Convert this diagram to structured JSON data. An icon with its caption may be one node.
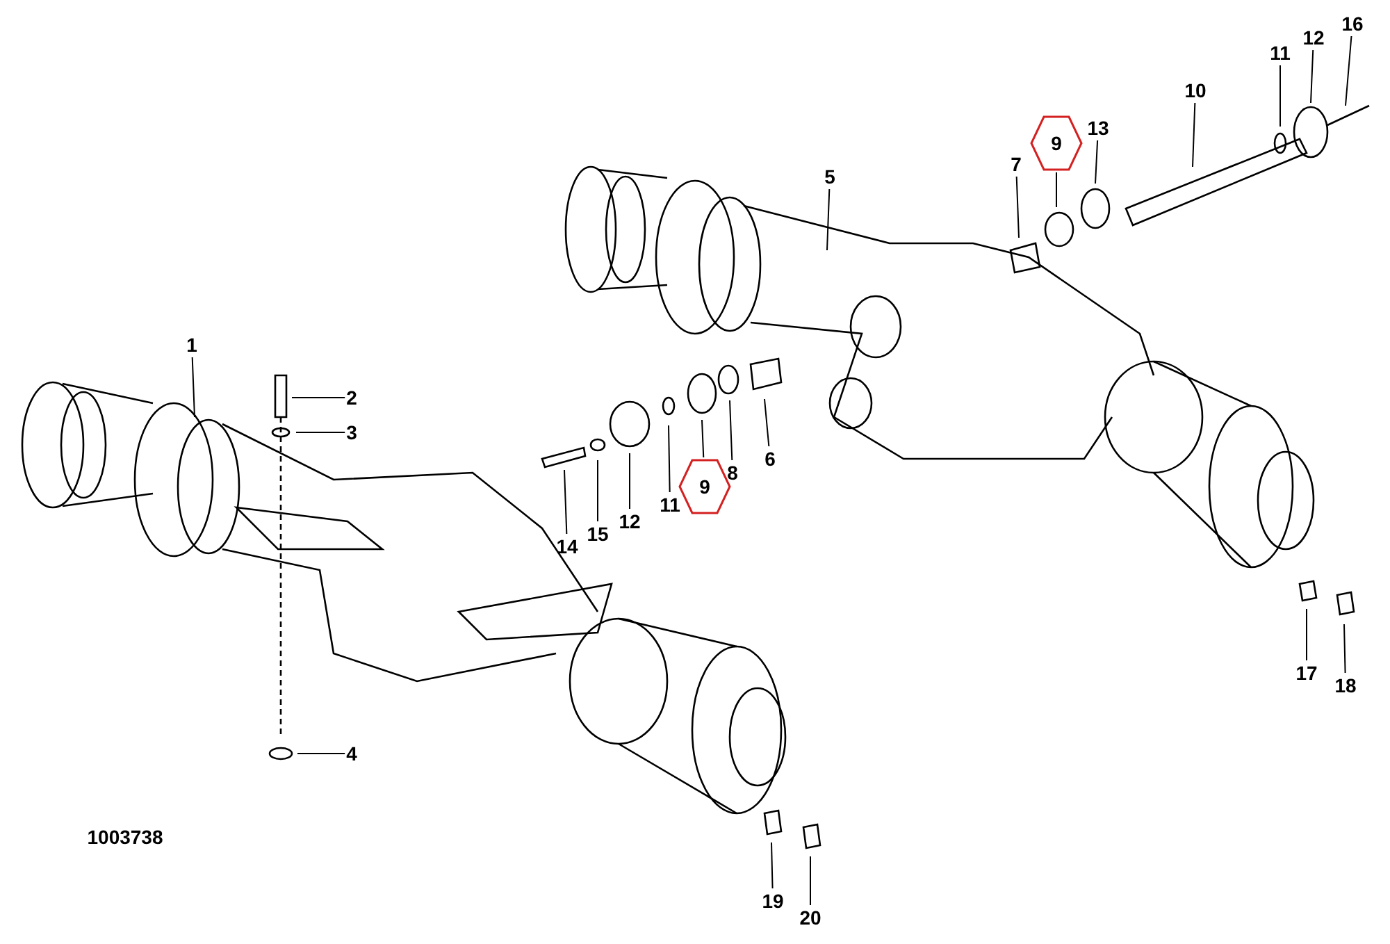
{
  "diagram": {
    "nodes": [
      {
        "text": [
          "16"
        ]
      },
      {
        "text": [
          "12"
        ]
      },
      {
        "text": [
          "11"
        ]
      },
      {
        "text": [
          "10"
        ]
      },
      {
        "text": [
          "9"
        ]
      },
      {
        "text": [
          "13"
        ]
      },
      {
        "text": [
          "7"
        ]
      },
      {
        "text": [
          "5"
        ]
      },
      {
        "text": [
          "1"
        ]
      },
      {
        "text": [
          "2"
        ]
      },
      {
        "text": [
          "3"
        ]
      },
      {
        "text": [
          "6"
        ]
      },
      {
        "text": [
          "8"
        ]
      },
      {
        "text": [
          "9"
        ]
      },
      {
        "text": [
          "11"
        ]
      },
      {
        "text": [
          "14"
        ]
      },
      {
        "text": [
          "15"
        ]
      },
      {
        "text": [
          "12"
        ]
      },
      {
        "text": [
          "17"
        ]
      },
      {
        "text": [
          "18"
        ]
      },
      {
        "text": [
          "4"
        ]
      },
      {
        "text": [
          "19"
        ]
      },
      {
        "text": [
          "20"
        ]
      }
    ],
    "edges": [
      {
        "from": 0,
        "to": null,
        "arrow": "none"
      },
      {
        "from": 1,
        "to": null,
        "arrow": "none"
      },
      {
        "from": 2,
        "to": null,
        "arrow": "none"
      },
      {
        "from": 3,
        "to": null,
        "arrow": "none"
      },
      {
        "from": 4,
        "to": null,
        "arrow": "none"
      },
      {
        "from": 5,
        "to": null,
        "arrow": "none"
      },
      {
        "from": 6,
        "to": null,
        "arrow": "none"
      },
      {
        "from": 7,
        "to": null,
        "arrow": "none"
      },
      {
        "from": 8,
        "to": null,
        "arrow": "none"
      },
      {
        "from": 9,
        "to": null,
        "arrow": "none"
      },
      {
        "from": 10,
        "to": null,
        "arrow": "none"
      },
      {
        "from": 11,
        "to": null,
        "arrow": "none"
      },
      {
        "from": 12,
        "to": null,
        "arrow": "none"
      },
      {
        "from": 13,
        "to": null,
        "arrow": "none"
      },
      {
        "from": 14,
        "to": null,
        "arrow": "none"
      },
      {
        "from": 15,
        "to": null,
        "arrow": "none"
      },
      {
        "from": 16,
        "to": null,
        "arrow": "none"
      },
      {
        "from": 17,
        "to": null,
        "arrow": "none"
      },
      {
        "from": 18,
        "to": null,
        "arrow": "none"
      },
      {
        "from": 19,
        "to": null,
        "arrow": "none"
      },
      {
        "from": 20,
        "to": null,
        "arrow": "none"
      },
      {
        "from": 21,
        "to": null,
        "arrow": "none"
      },
      {
        "from": 22,
        "to": null,
        "arrow": "none"
      }
    ],
    "labels": [
      "1003738"
    ]
  }
}
